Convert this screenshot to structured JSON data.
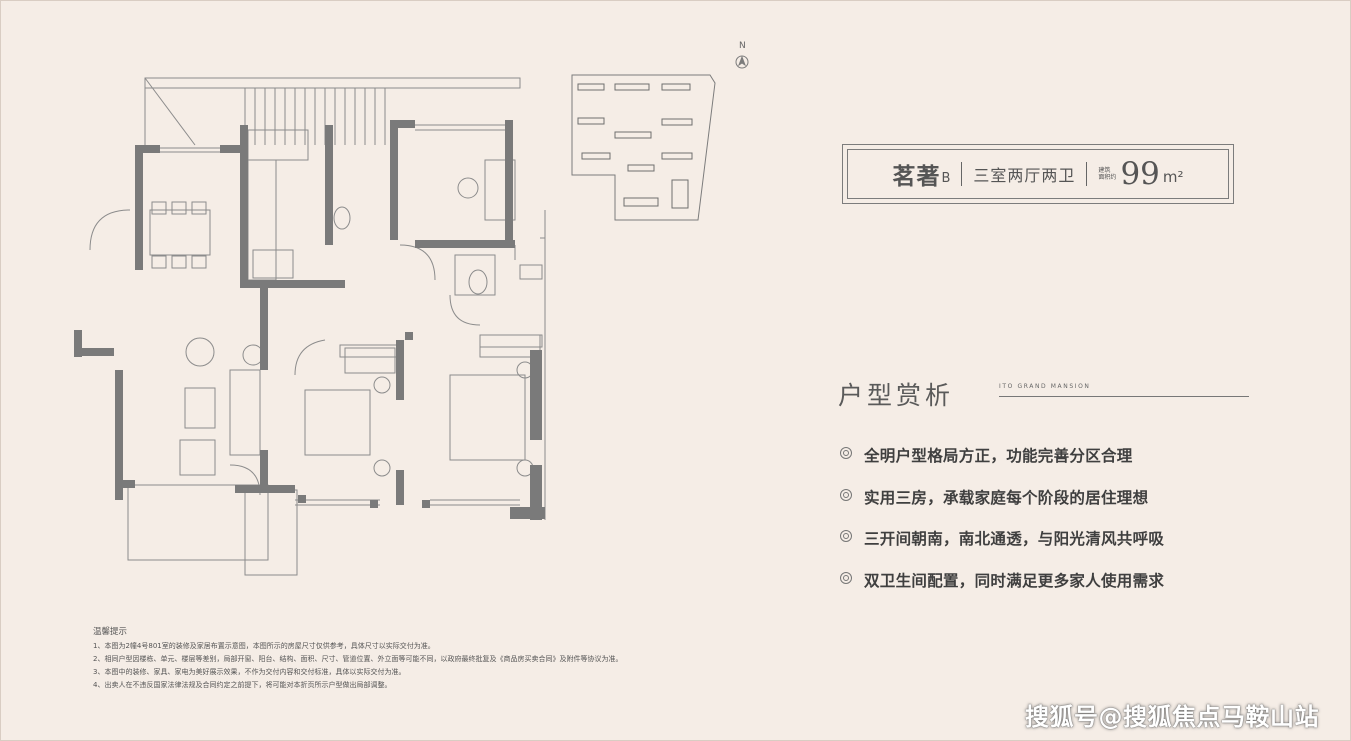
{
  "unit": {
    "name": "茗著",
    "name_sub": "B",
    "rooms": "三室两厅两卫",
    "area_caption_1": "建筑",
    "area_caption_2": "面积约",
    "area": "99",
    "area_unit": "m²"
  },
  "compass": {
    "north": "N"
  },
  "analysis": {
    "heading": "户型赏析",
    "heading_en": "ITO GRAND MANSION",
    "points": [
      "全明户型格局方正，功能完善分区合理",
      "实用三房，承载家庭每个阶段的居住理想",
      "三开间朝南，南北通透，与阳光清风共呼吸",
      "双卫生间配置，同时满足更多家人使用需求"
    ]
  },
  "notes": {
    "title": "温馨提示",
    "items": [
      "1、本图为2幢4号801室的装修及家居布置示意图，本图所示的房屋尺寸仅供参考，具体尺寸以实际交付为准。",
      "2、相同户型因楼栋、单元、楼层等差别，局部开窗、阳台、结构、面积、尺寸、管道位置、外立面等可能不同，以政府最终批复及《商品房买卖合同》及附件等协议为准。",
      "3、本图中的装修、家具、家电为美好展示效果，不作为交付内容和交付标准，具体以实际交付为准。",
      "4、出卖人在不违反国家法律法规及合同约定之前提下，将可能对本折页所示户型做出局部调整。"
    ]
  },
  "watermark": "搜狐号@搜狐焦点马鞍山站",
  "colors": {
    "background": "#f5ede6",
    "wall": "#7a7a7a",
    "text": "#3f3f3f"
  }
}
